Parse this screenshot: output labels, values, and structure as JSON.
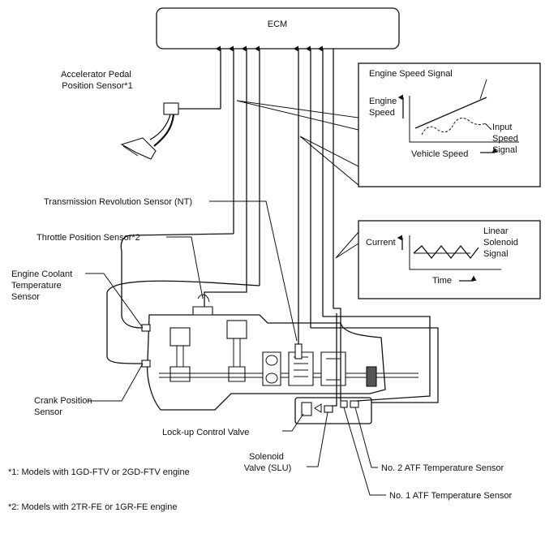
{
  "ecm_label": "ECM",
  "sensors": {
    "accelerator": "Accelerator Pedal\nPosition Sensor*1",
    "transmission_revolution": "Transmission Revolution Sensor (NT)",
    "throttle": "Throttle Position Sensor*2",
    "coolant": "Engine Coolant\nTemperature\nSensor",
    "crank": "Crank Position\nSensor",
    "lockup_valve": "Lock-up Control Valve",
    "solenoid": "Solenoid\nValve (SLU)",
    "atf2": "No. 2 ATF Temperature Sensor",
    "atf1": "No. 1 ATF Temperature Sensor"
  },
  "graph_speed": {
    "title": "Engine Speed Signal",
    "yaxis": "Engine\nSpeed",
    "xaxis": "Vehicle Speed",
    "input_label": "Input\nSpeed\nSignal"
  },
  "graph_current": {
    "yaxis": "Current",
    "xaxis": "Time",
    "signal_label": "Linear\nSolenoid\nSignal"
  },
  "notes": {
    "note1": "*1: Models with 1GD-FTV or 2GD-FTV engine",
    "note2": "*2: Models with 2TR-FE or 1GR-FE engine"
  },
  "colors": {
    "line": "#111111",
    "background": "#ffffff"
  }
}
